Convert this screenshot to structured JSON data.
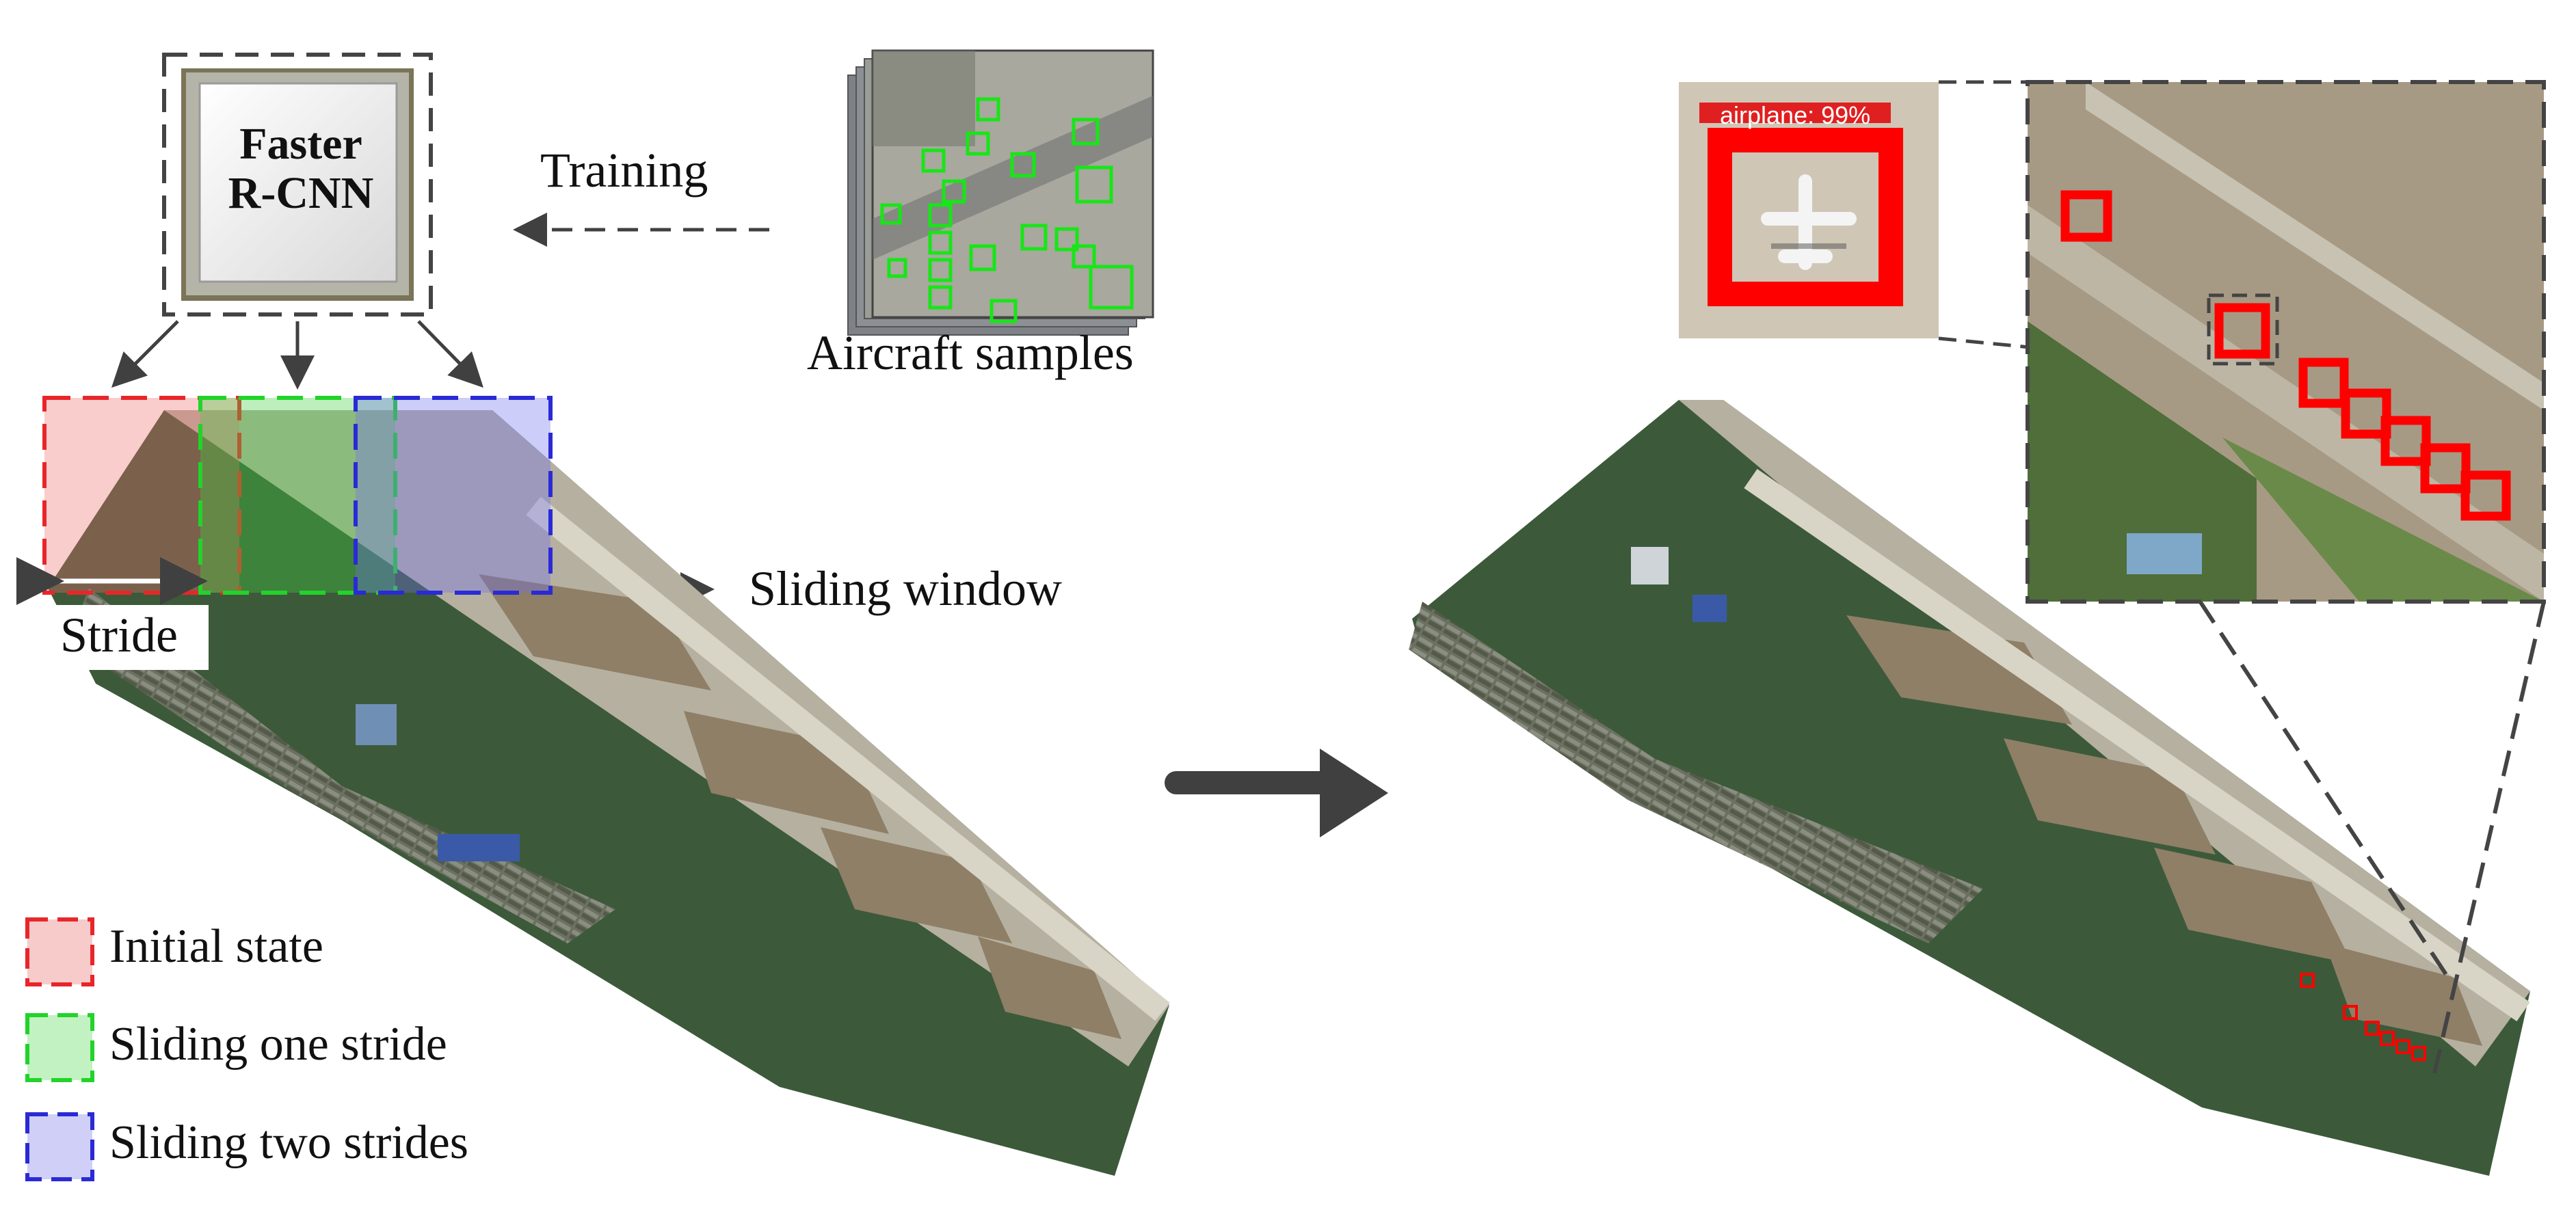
{
  "model": {
    "line1": "Faster",
    "line2": "R-CNN"
  },
  "labels": {
    "training": "Training",
    "aircraft_samples": "Aircraft samples",
    "sliding_window": "Sliding window",
    "stride": "Stride",
    "detection_label": "airplane: 99%"
  },
  "legend": [
    {
      "label": "Initial state",
      "color": "#e8262a"
    },
    {
      "label": "Sliding one stride",
      "color": "#22d32a"
    },
    {
      "label": "Sliding two strides",
      "color": "#2a2ad6"
    }
  ],
  "colors": {
    "detection_box": "#ff0000",
    "sample_box": "#17e617",
    "arrow": "#404040"
  }
}
